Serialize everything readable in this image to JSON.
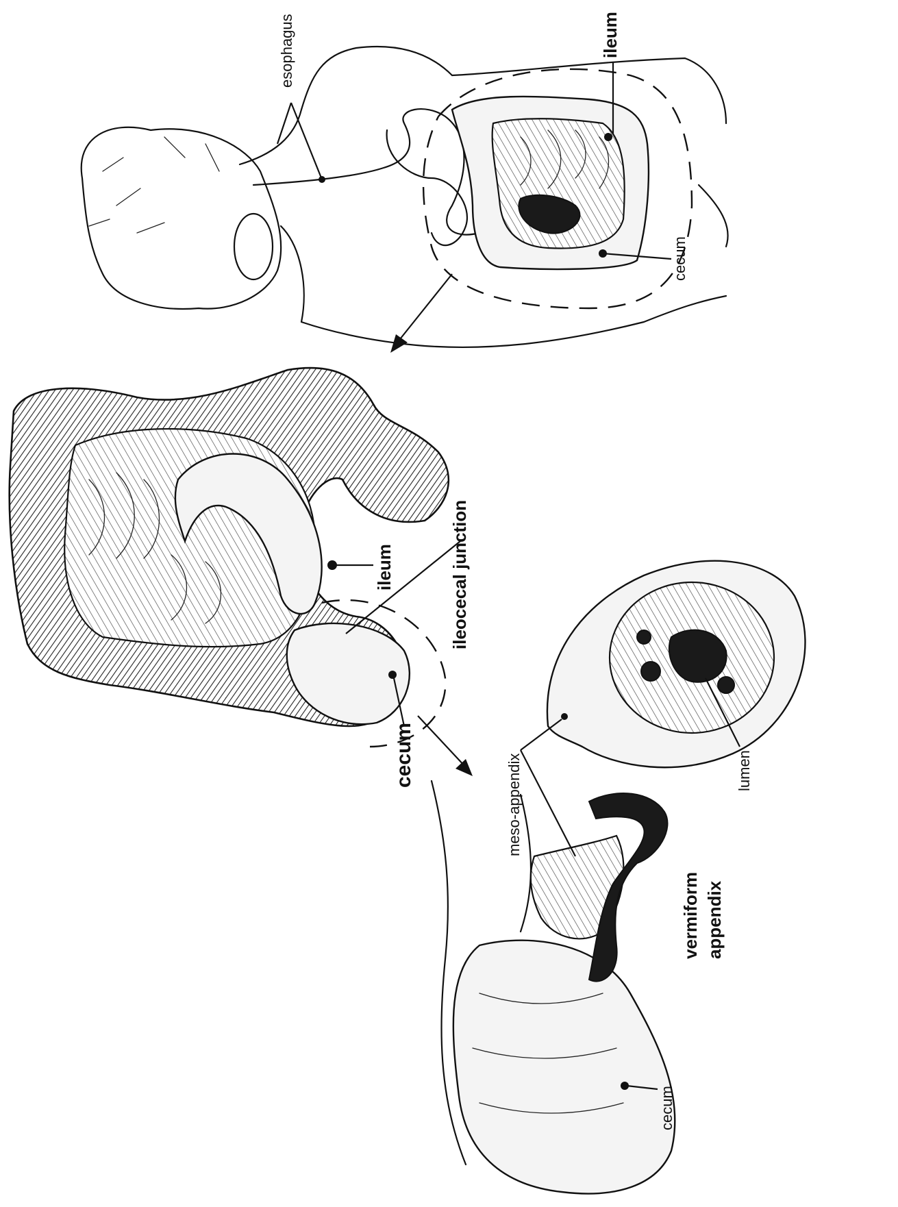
{
  "labels": {
    "esophagus": "esophagus",
    "ileum_top": "ileum",
    "cecum_top": "cecum",
    "ileocecal_junction": "ileocecal junction",
    "ileum_mid": "ileum",
    "cecum_mid": "cecum",
    "meso_appendix": "meso-appendix",
    "lumen": "lumen",
    "vermiform_line1": "vermiform",
    "vermiform_line2": "appendix",
    "cecum_bottom": "cecum"
  }
}
